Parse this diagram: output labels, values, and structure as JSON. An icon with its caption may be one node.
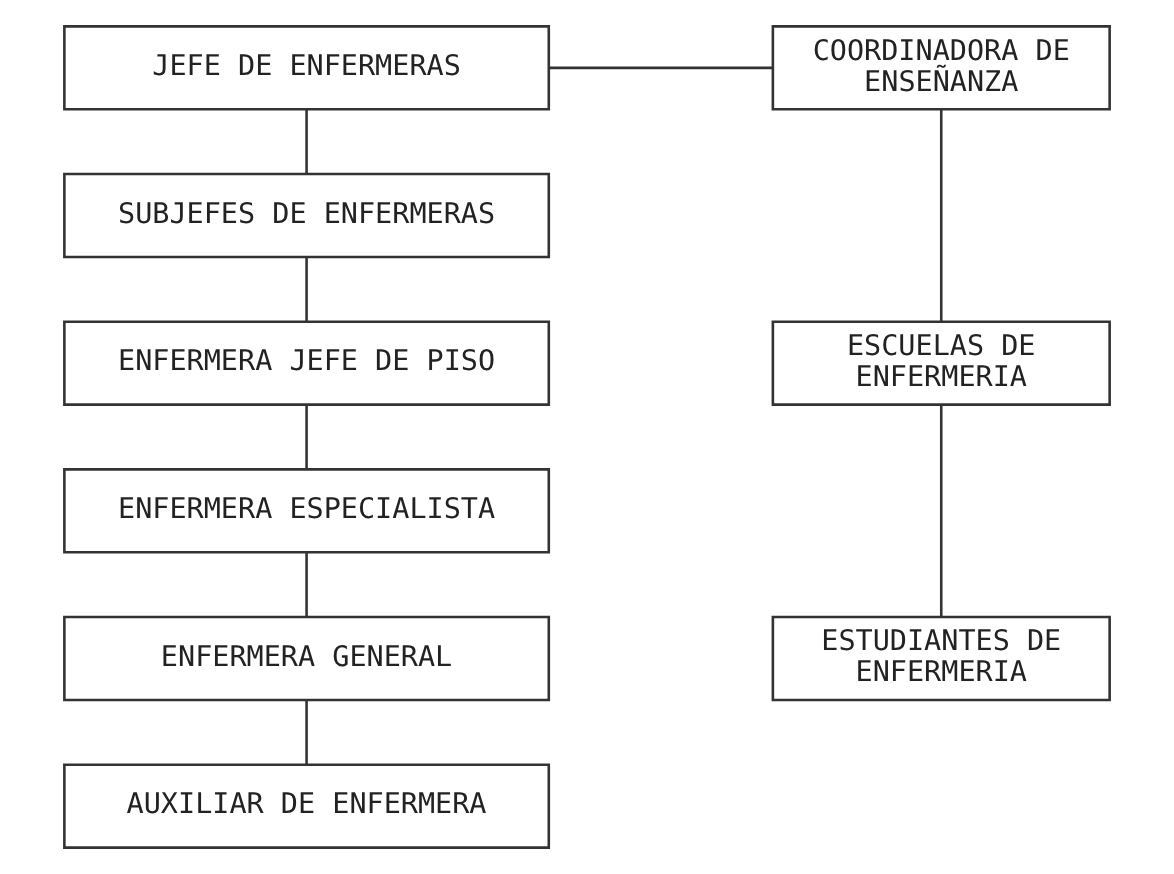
{
  "diagram": {
    "nodes": [
      {
        "text": [
          "JEFE DE ENFERMERAS"
        ]
      },
      {
        "text": [
          "SUBJEFES DE ENFERMERAS"
        ]
      },
      {
        "text": [
          "ENFERMERA JEFE DE PISO"
        ]
      },
      {
        "text": [
          "ENFERMERA ESPECIALISTA"
        ]
      },
      {
        "text": [
          "ENFERMERA GENERAL"
        ]
      },
      {
        "text": [
          "AUXILIAR DE ENFERMERA"
        ]
      },
      {
        "text": [
          "COORDINADORA DE ENSEÑANZA"
        ]
      },
      {
        "text": [
          "ESCUELAS DE ENFERMERIA"
        ]
      },
      {
        "text": [
          "ESTUDIANTES DE ENFERMERIA"
        ]
      }
    ],
    "edges": [
      {
        "from": 0,
        "to": 1,
        "arrow": "none"
      },
      {
        "from": 1,
        "to": 2,
        "arrow": "none"
      },
      {
        "from": 2,
        "to": 3,
        "arrow": "none"
      },
      {
        "from": 3,
        "to": 4,
        "arrow": "none"
      },
      {
        "from": 4,
        "to": 5,
        "arrow": "none"
      },
      {
        "from": 0,
        "to": 6,
        "arrow": "none"
      },
      {
        "from": 6,
        "to": 7,
        "arrow": "none"
      },
      {
        "from": 7,
        "to": 8,
        "arrow": "none"
      }
    ]
  }
}
